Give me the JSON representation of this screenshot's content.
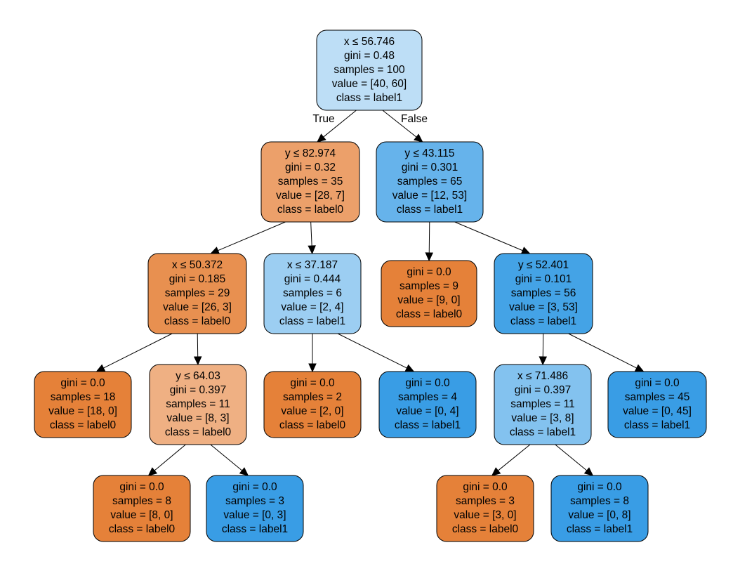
{
  "colors": {
    "label0": "#e58139",
    "label1": "#399de5"
  },
  "edge_labels": {
    "true": "True",
    "false": "False"
  },
  "nodes": [
    {
      "id": "n0",
      "lines": [
        "x ≤ 56.746",
        "gini = 0.48",
        "samples = 100",
        "value = [40, 60]",
        "class = label1"
      ],
      "fill": "#bddef6"
    },
    {
      "id": "n1",
      "lines": [
        "y ≤ 82.974",
        "gini = 0.32",
        "samples = 35",
        "value = [28, 7]",
        "class = label0"
      ],
      "fill": "#eca06a"
    },
    {
      "id": "n2",
      "lines": [
        "y ≤ 43.115",
        "gini = 0.301",
        "samples = 65",
        "value = [12, 53]",
        "class = label1"
      ],
      "fill": "#66b3eb"
    },
    {
      "id": "n3",
      "lines": [
        "x ≤ 50.372",
        "gini = 0.185",
        "samples = 29",
        "value = [26, 3]",
        "class = label0"
      ],
      "fill": "#e89050"
    },
    {
      "id": "n4",
      "lines": [
        "x ≤ 37.187",
        "gini = 0.444",
        "samples = 6",
        "value = [2, 4]",
        "class = label1"
      ],
      "fill": "#9ccef2"
    },
    {
      "id": "n5",
      "lines": [
        "gini = 0.0",
        "samples = 9",
        "value = [9, 0]",
        "class = label0"
      ],
      "fill": "#e58139"
    },
    {
      "id": "n6",
      "lines": [
        "y ≤ 52.401",
        "gini = 0.101",
        "samples = 56",
        "value = [3, 53]",
        "class = label1"
      ],
      "fill": "#44a3e6"
    },
    {
      "id": "n7",
      "lines": [
        "gini = 0.0",
        "samples = 18",
        "value = [18, 0]",
        "class = label0"
      ],
      "fill": "#e58139"
    },
    {
      "id": "n8",
      "lines": [
        "y ≤ 64.03",
        "gini = 0.397",
        "samples = 11",
        "value = [8, 3]",
        "class = label0"
      ],
      "fill": "#efb083"
    },
    {
      "id": "n9",
      "lines": [
        "gini = 0.0",
        "samples = 2",
        "value = [2, 0]",
        "class = label0"
      ],
      "fill": "#e58139"
    },
    {
      "id": "n10",
      "lines": [
        "gini = 0.0",
        "samples = 4",
        "value = [0, 4]",
        "class = label1"
      ],
      "fill": "#399de5"
    },
    {
      "id": "n11",
      "lines": [
        "x ≤ 71.486",
        "gini = 0.397",
        "samples = 11",
        "value = [3, 8]",
        "class = label1"
      ],
      "fill": "#83c2ef"
    },
    {
      "id": "n12",
      "lines": [
        "gini = 0.0",
        "samples = 45",
        "value = [0, 45]",
        "class = label1"
      ],
      "fill": "#399de5"
    },
    {
      "id": "n13",
      "lines": [
        "gini = 0.0",
        "samples = 8",
        "value = [8, 0]",
        "class = label0"
      ],
      "fill": "#e58139"
    },
    {
      "id": "n14",
      "lines": [
        "gini = 0.0",
        "samples = 3",
        "value = [0, 3]",
        "class = label1"
      ],
      "fill": "#399de5"
    },
    {
      "id": "n15",
      "lines": [
        "gini = 0.0",
        "samples = 3",
        "value = [3, 0]",
        "class = label0"
      ],
      "fill": "#e58139"
    },
    {
      "id": "n16",
      "lines": [
        "gini = 0.0",
        "samples = 8",
        "value = [0, 8]",
        "class = label1"
      ],
      "fill": "#399de5"
    }
  ],
  "edges": [
    {
      "from": "n0",
      "to": "n1",
      "label": "true"
    },
    {
      "from": "n0",
      "to": "n2",
      "label": "false"
    },
    {
      "from": "n1",
      "to": "n3"
    },
    {
      "from": "n1",
      "to": "n4"
    },
    {
      "from": "n2",
      "to": "n5"
    },
    {
      "from": "n2",
      "to": "n6"
    },
    {
      "from": "n3",
      "to": "n7"
    },
    {
      "from": "n3",
      "to": "n8"
    },
    {
      "from": "n4",
      "to": "n9"
    },
    {
      "from": "n4",
      "to": "n10"
    },
    {
      "from": "n6",
      "to": "n11"
    },
    {
      "from": "n6",
      "to": "n12"
    },
    {
      "from": "n8",
      "to": "n13"
    },
    {
      "from": "n8",
      "to": "n14"
    },
    {
      "from": "n11",
      "to": "n15"
    },
    {
      "from": "n11",
      "to": "n16"
    }
  ]
}
